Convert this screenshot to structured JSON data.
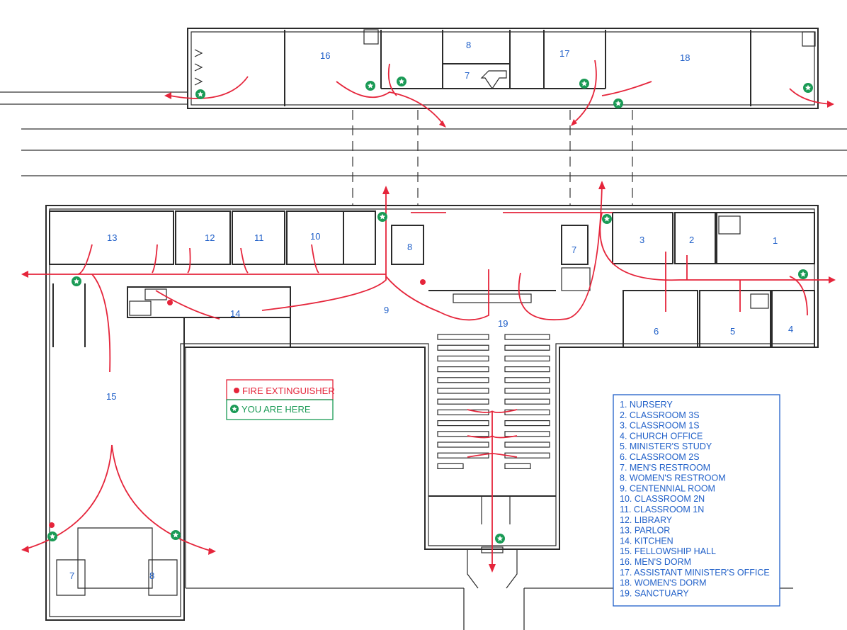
{
  "rooms": {
    "r1": "1",
    "r2": "2",
    "r3": "3",
    "r4": "4",
    "r5": "5",
    "r6": "6",
    "r7a": "7",
    "r7b": "7",
    "r7c": "7",
    "r8a": "8",
    "r8b": "8",
    "r8c": "8",
    "r9": "9",
    "r10": "10",
    "r11": "11",
    "r12": "12",
    "r13": "13",
    "r14": "14",
    "r15": "15",
    "r16": "16",
    "r17": "17",
    "r18": "18",
    "r19": "19"
  },
  "key": {
    "fire_extinguisher": "FIRE EXTINGUISHER",
    "you_are_here": "YOU ARE HERE",
    "fire_color": "#e5253b",
    "here_color": "#1a9a55"
  },
  "legend": [
    "1.  NURSERY",
    "2.  CLASSROOM 3S",
    "3.  CLASSROOM 1S",
    "4.  CHURCH OFFICE",
    "5.  MINISTER'S STUDY",
    "6.  CLASSROOM 2S",
    "7.  MEN'S RESTROOM",
    "8.  WOMEN'S RESTROOM",
    "9.  CENTENNIAL ROOM",
    "10.  CLASSROOM 2N",
    "11.  CLASSROOM 1N",
    "12.  LIBRARY",
    "13.  PARLOR",
    "14.  KITCHEN",
    "15.  FELLOWSHIP HALL",
    "16.  MEN'S DORM",
    "17.  ASSISTANT MINISTER'S OFFICE",
    "18.  WOMEN'S DORM",
    "19.  SANCTUARY"
  ]
}
